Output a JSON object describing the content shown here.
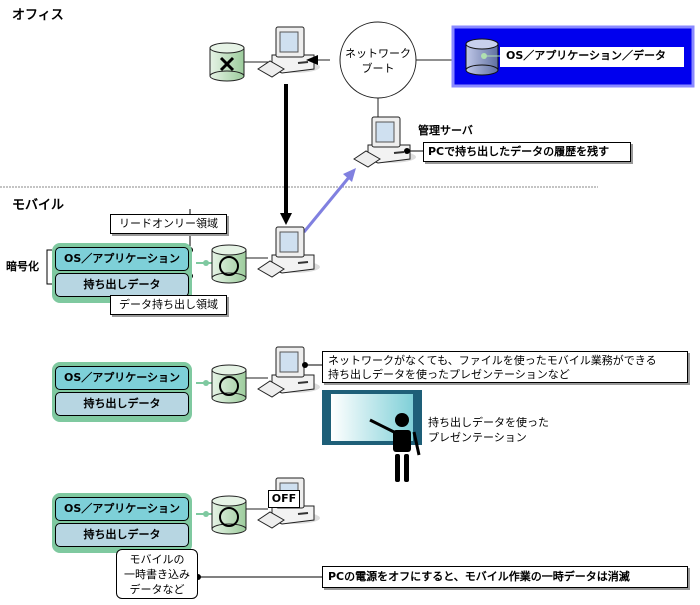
{
  "sections": {
    "office": "オフィス",
    "mobile": "モバイル"
  },
  "office": {
    "network_boot": [
      "ネットワーク",
      "ブート"
    ],
    "server_image_label": "OS／アプリケーション／データ",
    "management_server_label": "管理サーバ",
    "history_note": "PCで持ち出したデータの履歴を残す"
  },
  "mobile": {
    "readonly_area": "リードオンリー領域",
    "export_area": "データ持ち出し領域",
    "encryption": "暗号化",
    "layer_os_app": "OS／アプリケーション",
    "layer_export_data": "持ち出しデータ"
  },
  "scenario2": {
    "note_line1": "ネットワークがなくても、ファイルを使ったモバイル業務ができる",
    "note_line2": "持ち出しデータを使ったプレゼンテーションなど",
    "presentation_line1": "持ち出しデータを使った",
    "presentation_line2": "プレゼンテーション"
  },
  "scenario3": {
    "off_label": "OFF",
    "temp_data": [
      "モバイルの",
      "一時書き込み",
      "データなど"
    ],
    "power_off_note": "PCの電源をオフにすると、モバイル作業の一時データは消滅"
  },
  "colors": {
    "server_bg": "#0000ee",
    "stack_border": "#7fc9a0",
    "layer_top": "#7ed0d8",
    "layer_bottom": "#b7d6e2",
    "arrow_blue": "#8080e0",
    "screen_frame": "#1e5f78"
  }
}
